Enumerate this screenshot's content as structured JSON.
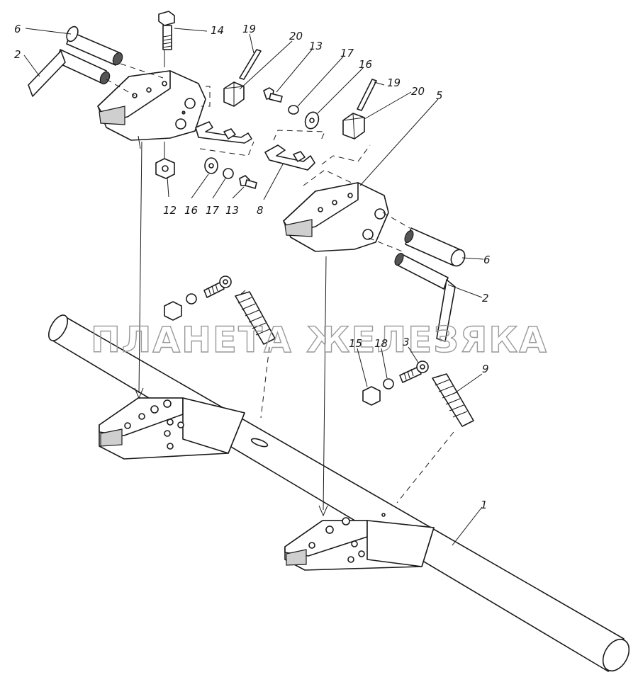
{
  "watermark": "ПЛАНЕТА ЖЕЛЕЗЯКА",
  "callouts": {
    "c6a": "6",
    "c2a": "2",
    "c14": "14",
    "c19a": "19",
    "c20a": "20",
    "c13a": "13",
    "c17a": "17",
    "c16a": "16",
    "c19b": "19",
    "c20b": "20",
    "c5": "5",
    "c12": "12",
    "c16b": "16",
    "c17b": "17",
    "c13b": "13",
    "c8": "8",
    "c6b": "6",
    "c2b": "2",
    "c15": "15",
    "c18": "18",
    "c3": "3",
    "c9": "9",
    "c1": "1"
  }
}
